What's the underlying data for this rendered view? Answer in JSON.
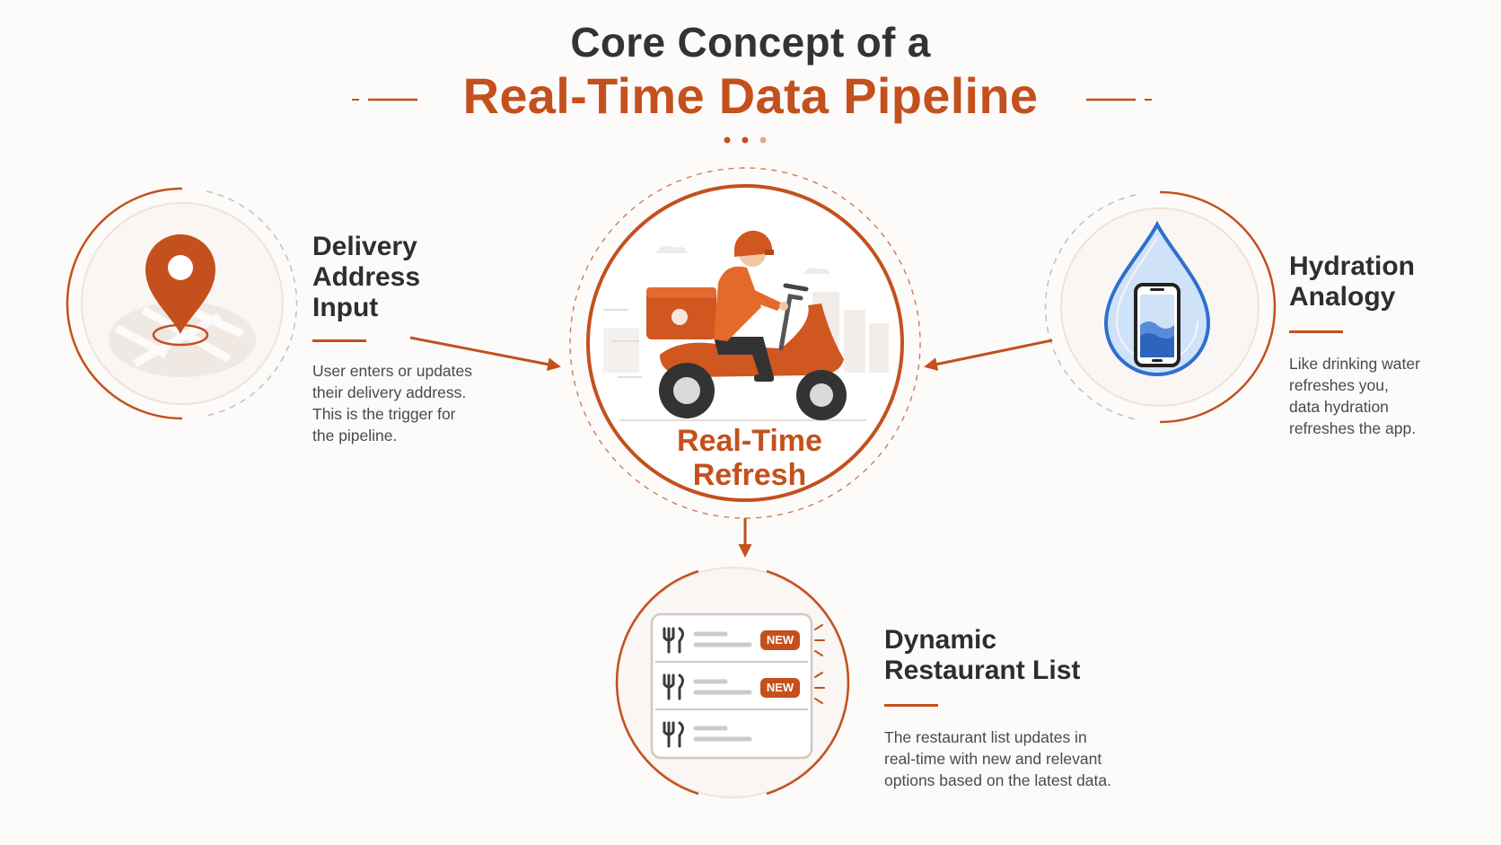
{
  "title": {
    "line1": "Core Concept of a",
    "line2": "Real-Time Data Pipeline"
  },
  "nodes": {
    "delivery": {
      "title_lines": [
        "Delivery",
        "Address",
        "Input"
      ],
      "desc_lines": [
        "User enters or updates",
        "their delivery address.",
        "This is the trigger for",
        "the pipeline."
      ],
      "icon": "map-pin-icon"
    },
    "center": {
      "label_lines": [
        "Real-Time",
        "Refresh"
      ],
      "icon": "delivery-scooter-icon"
    },
    "hydration": {
      "title_lines": [
        "Hydration",
        "Analogy"
      ],
      "desc_lines": [
        "Like drinking water",
        "refreshes you,",
        "data hydration",
        "refreshes the app."
      ],
      "icon": "water-drop-phone-icon"
    },
    "restaurant": {
      "title_lines": [
        "Dynamic",
        "Restaurant List"
      ],
      "desc_lines": [
        "The restaurant list updates in",
        "real-time with new and relevant",
        "options based on the latest data."
      ],
      "icon": "restaurant-list-icon",
      "badges": [
        "NEW",
        "NEW"
      ]
    }
  },
  "colors": {
    "accent": "#c4501d",
    "accent_light": "#e2693a",
    "water": "#2f6fcf",
    "text_dark": "#2e2e2e"
  }
}
